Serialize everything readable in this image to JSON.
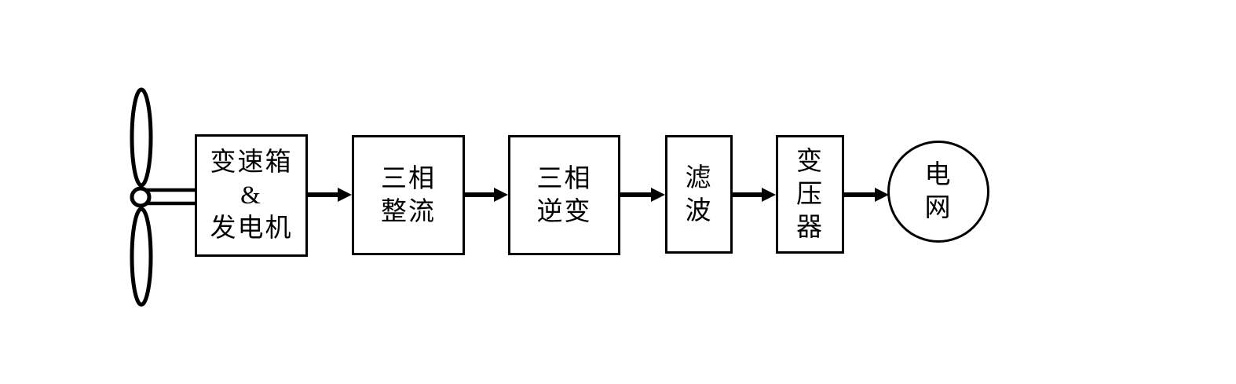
{
  "diagram": {
    "description": "Wind power generation system block diagram",
    "background_color": "#ffffff",
    "stroke_color": "#000000",
    "source": {
      "icon": "wind-turbine-icon",
      "connection_to_first_node": "shaft"
    },
    "nodes": [
      {
        "id": "gearbox_generator",
        "shape": "rect",
        "label": "变速箱\n&\n发电机"
      },
      {
        "id": "three_phase_rectifier",
        "shape": "rect",
        "label": "三相\n整流"
      },
      {
        "id": "three_phase_inverter",
        "shape": "rect",
        "label": "三相\n逆变"
      },
      {
        "id": "filter",
        "shape": "rect",
        "label": "滤\n波"
      },
      {
        "id": "transformer",
        "shape": "rect",
        "label": "变\n压\n器"
      },
      {
        "id": "power_grid",
        "shape": "circle",
        "label": "电\n网"
      }
    ],
    "connections": [
      {
        "from": "wind_turbine",
        "to": "gearbox_generator",
        "style": "shaft"
      },
      {
        "from": "gearbox_generator",
        "to": "three_phase_rectifier",
        "style": "arrow"
      },
      {
        "from": "three_phase_rectifier",
        "to": "three_phase_inverter",
        "style": "arrow"
      },
      {
        "from": "three_phase_inverter",
        "to": "filter",
        "style": "arrow"
      },
      {
        "from": "filter",
        "to": "transformer",
        "style": "arrow"
      },
      {
        "from": "transformer",
        "to": "power_grid",
        "style": "arrow"
      }
    ]
  }
}
